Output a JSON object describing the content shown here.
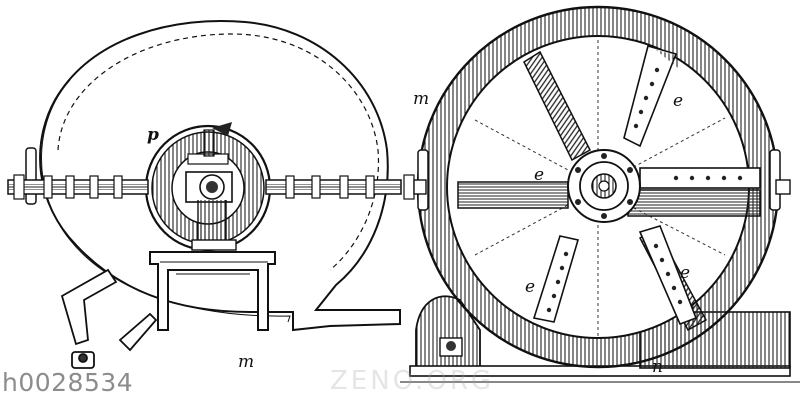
{
  "figure": {
    "labels": {
      "p": "p",
      "m_top": "m",
      "m_bottom": "m",
      "n": "n",
      "e_top": "e",
      "e_center": "e",
      "e_lower_left": "e",
      "e_lower_right": "e"
    },
    "watermark_id": "h0028534",
    "watermark_faint": "ZENO.ORG",
    "ink_color": "#111111",
    "paper_color": "#ffffff"
  }
}
